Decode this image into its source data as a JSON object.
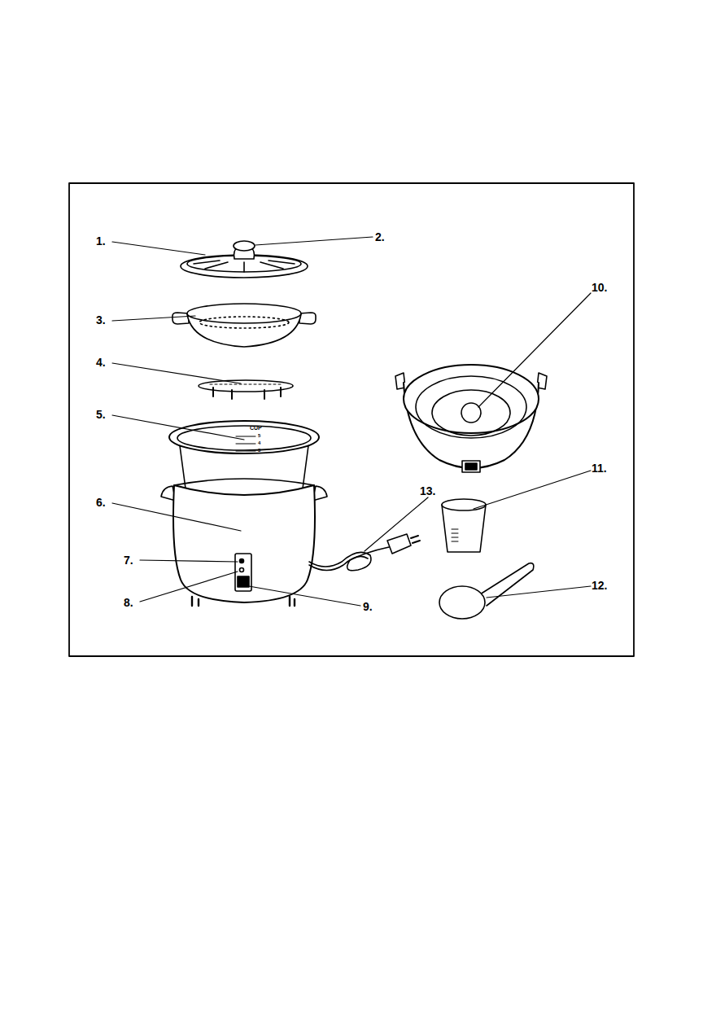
{
  "diagram": {
    "labels": [
      "1.",
      "2.",
      "3.",
      "4.",
      "5.",
      "6.",
      "7.",
      "8.",
      "9.",
      "10.",
      "11.",
      "12.",
      "13.",
      "CUP",
      "5",
      "4",
      "3"
    ]
  }
}
